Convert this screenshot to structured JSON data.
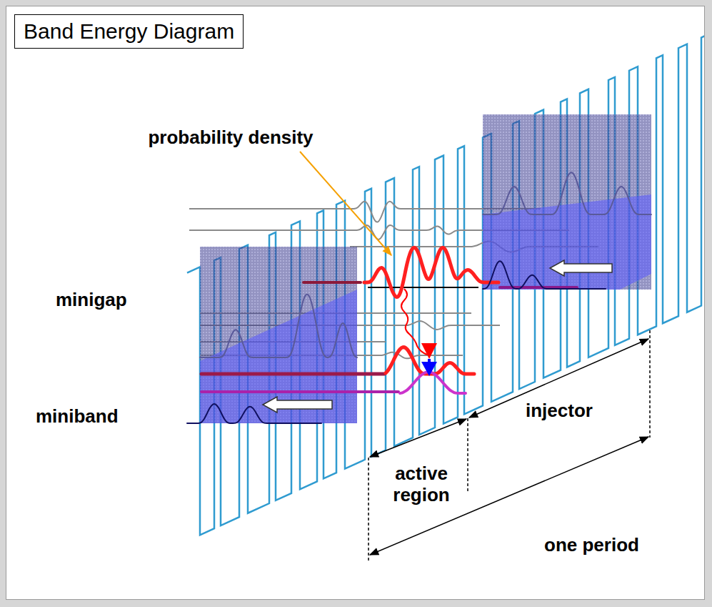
{
  "diagram": {
    "title": "Band Energy Diagram",
    "labels": [
      "probability density",
      "minigap",
      "miniband",
      "injector",
      "active region",
      "one period"
    ]
  }
}
